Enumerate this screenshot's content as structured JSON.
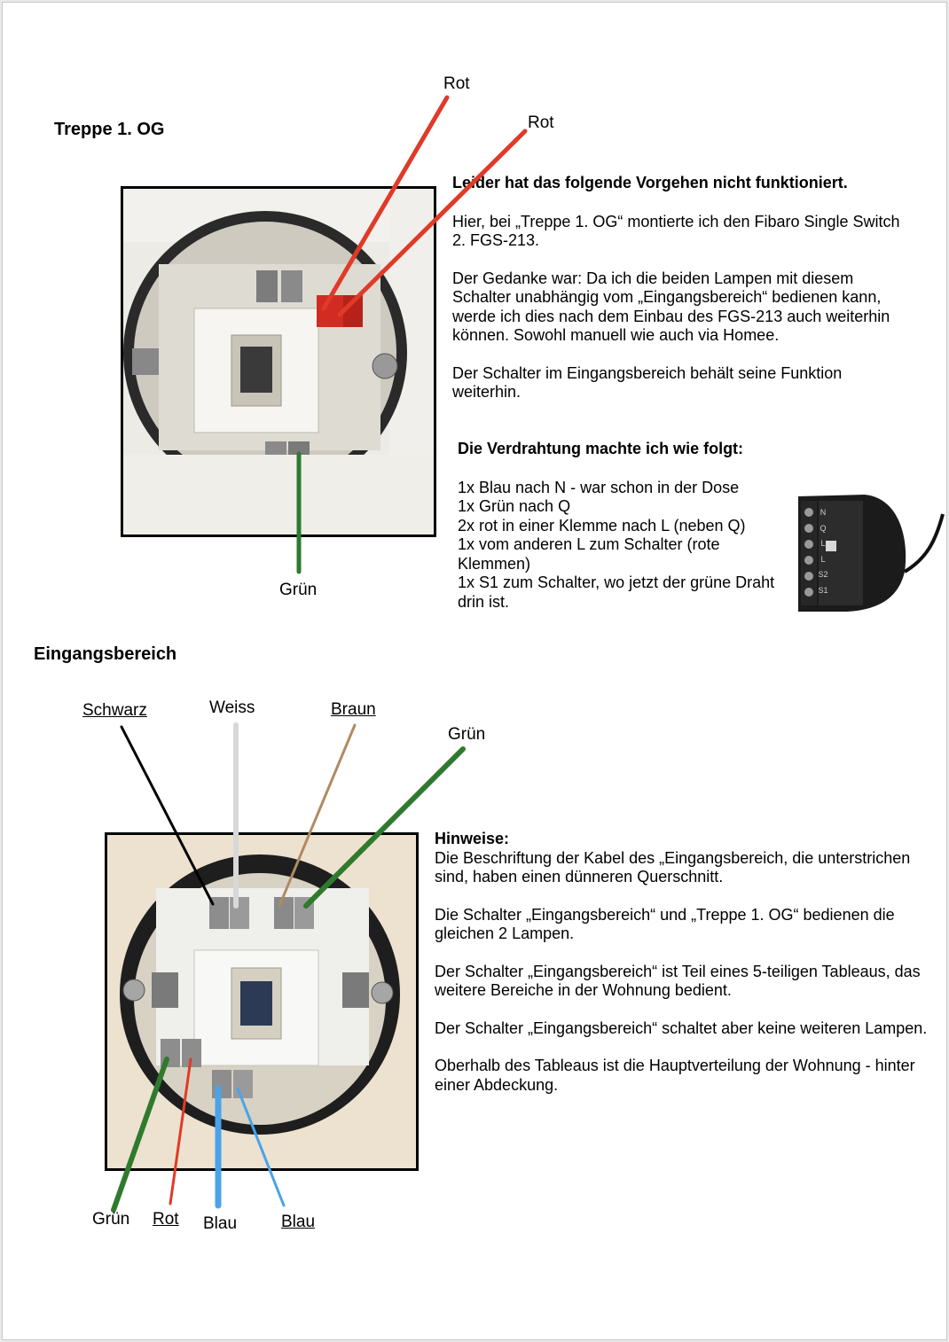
{
  "colors": {
    "red": "#e03a28",
    "green": "#2f7a2d",
    "black": "#000000",
    "white_wire": "#d8d8d8",
    "brown": "#b08a62",
    "blue": "#4aa3e8"
  },
  "section1": {
    "title": "Treppe 1. OG",
    "labels": {
      "rot_1": "Rot",
      "rot_2": "Rot",
      "gruen": "Grün"
    },
    "heading": "Leider hat das folgende Vorgehen nicht funktioniert.",
    "paragraphs": [
      "Hier, bei „Treppe 1. OG“ montierte ich den Fibaro Single Switch 2. FGS-213.",
      "Der Gedanke war: Da ich die beiden Lampen mit diesem Schalter unabhängig vom „Eingangsbereich“ bedienen kann, werde ich dies nach dem Einbau des FGS-213 auch weiterhin können. Sowohl manuell wie auch via Homee.",
      "Der Schalter im Eingangsbereich behält seine Funktion weiterhin."
    ],
    "wiring_heading": "Die Verdrahtung machte ich wie folgt:",
    "wiring_lines": [
      "1x Blau nach N - war schon in der Dose",
      "1x Grün nach Q",
      "2x rot in einer Klemme nach L (neben Q)",
      "1x vom anderen L zum Schalter (rote Klemmen)",
      "1x S1 zum Schalter, wo jetzt der grüne Draht drin ist."
    ],
    "module_terminals": [
      "N",
      "Q",
      "L",
      "L",
      "S2",
      "S1"
    ]
  },
  "section2": {
    "title": "Eingangsbereich",
    "labels": {
      "schwarz": "Schwarz",
      "weiss": "Weiss",
      "braun": "Braun",
      "gruen_top": "Grün",
      "gruen_bottom": "Grün",
      "rot": "Rot",
      "blau_1": "Blau",
      "blau_2": "Blau"
    },
    "notes_heading": "Hinweise:",
    "notes": [
      "Die Beschriftung der Kabel des „Eingangsbereich, die unterstrichen sind, haben einen dünneren Querschnitt.",
      "Die Schalter „Eingangsbereich“ und „Treppe 1. OG“ bedienen die gleichen 2 Lampen.",
      "Der Schalter „Eingangsbereich“ ist Teil eines 5-teiligen Tableaus, das weitere Bereiche in der Wohnung bedient.",
      "Der Schalter „Eingangsbereich“ schaltet aber keine weiteren Lampen.",
      "Oberhalb des Tableaus ist die Hauptverteilung der Wohnung - hinter einer Abdeckung."
    ]
  }
}
